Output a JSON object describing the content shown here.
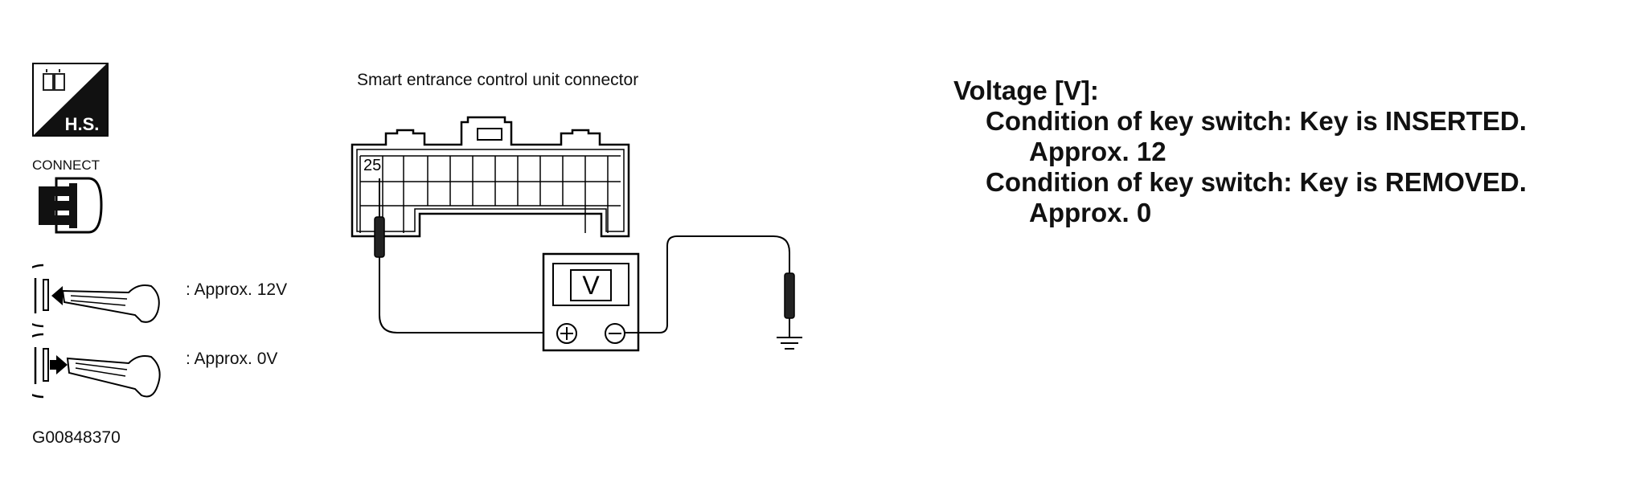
{
  "icons": {
    "harness_label": "H.S.",
    "connect_label": "CONNECT",
    "key_inserted_label": ": Approx. 12V",
    "key_removed_label": ": Approx. 0V",
    "figure_id": "G00848370"
  },
  "connector": {
    "title": "Smart entrance control unit connector",
    "pin_number": "25"
  },
  "meter": {
    "symbol": "V",
    "plus": "+",
    "minus": "−"
  },
  "spec": {
    "heading": "Voltage [V]:",
    "cond1": "Condition of key switch: Key is INSERTED.",
    "val1": "Approx. 12",
    "cond2": "Condition of key switch:  Key is REMOVED.",
    "val2": "Approx. 0"
  }
}
